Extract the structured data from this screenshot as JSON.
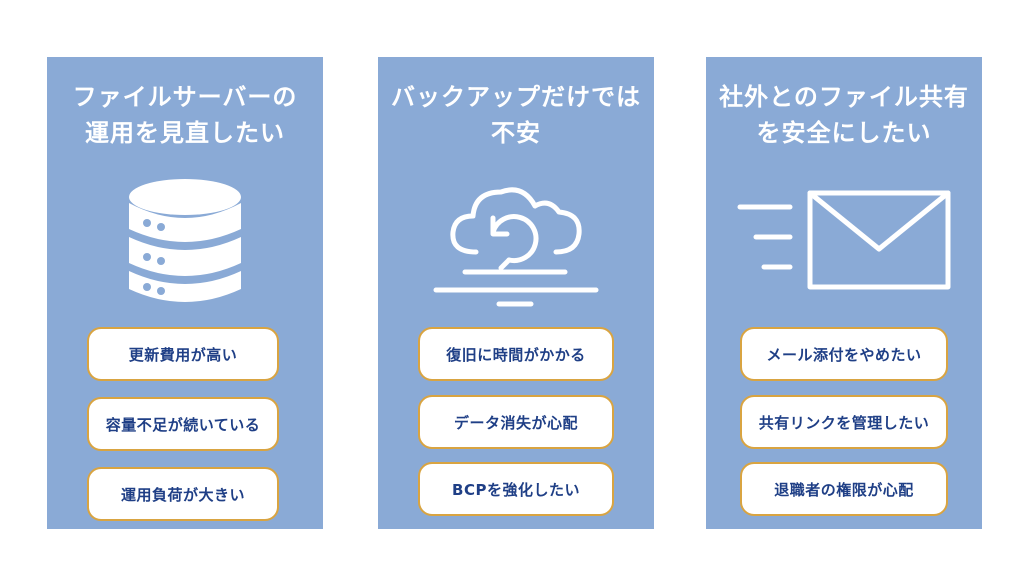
{
  "cards": [
    {
      "title": "ファイルサーバーの\n運用を見直したい",
      "icon": "database-icon",
      "items": [
        "更新費用が高い",
        "容量不足が続いている",
        "運用負荷が大きい"
      ]
    },
    {
      "title": "バックアップだけでは\n不安",
      "icon": "cloud-sync-icon",
      "items": [
        "復旧に時間がかかる",
        "データ消失が心配",
        "BCPを強化したい"
      ]
    },
    {
      "title": "社外とのファイル共有\nを安全にしたい",
      "icon": "mail-icon",
      "items": [
        "メール添付をやめたい",
        "共有リンクを管理したい",
        "退職者の権限が心配"
      ]
    }
  ],
  "colors": {
    "card_bg": "#8aaad6",
    "pill_border": "#d9a441",
    "pill_text": "#1f3f86"
  }
}
